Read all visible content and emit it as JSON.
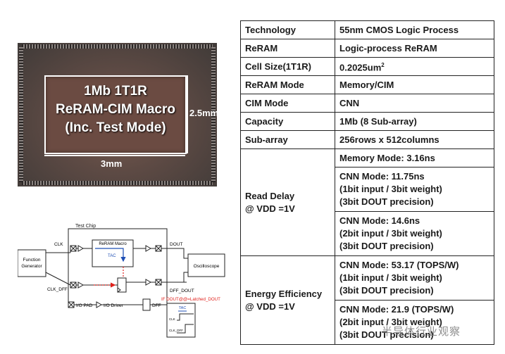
{
  "die_photo": {
    "line1": "1Mb 1T1R",
    "line2": "ReRAM-CIM Macro",
    "line3": "(Inc. Test Mode)",
    "height_label": "2.5mm",
    "width_label": "3mm"
  },
  "diagram": {
    "test_chip": "Test Chip",
    "function_generator_1": "Function",
    "function_generator_2": "Generator",
    "clk": "CLK",
    "clk_dff": "CLK_DFF",
    "reram_macro": "ReRAM Macro",
    "tac": "TAC",
    "dout": "DOUT",
    "dff_dout": "DFF_DOUT",
    "oscilloscope": "Oscilloscope",
    "dff": "DFF",
    "legend_pad": "I/O PAD",
    "legend_driver": "I/O Driver",
    "legend_dff": "DFF",
    "red_note": "IF DOUT@@=Latched_DOUT",
    "timing_tac": "TAC",
    "timing_clk": "CLK",
    "timing_clk_dff": "CLK_DFF",
    "colors": {
      "red": "#e0201b",
      "blue": "#1f4fb5"
    }
  },
  "spec_table": {
    "rows": [
      {
        "key": "Technology",
        "value": "55nm CMOS Logic Process"
      },
      {
        "key": "ReRAM",
        "value": "Logic-process ReRAM"
      },
      {
        "key": "Cell Size(1T1R)",
        "value": "0.2025um",
        "sup": "2"
      },
      {
        "key": "ReRAM Mode",
        "value": "Memory/CIM"
      },
      {
        "key": "CIM Mode",
        "value": "CNN"
      },
      {
        "key": "Capacity",
        "value": "1Mb (8 Sub-array)"
      },
      {
        "key": "Sub-array",
        "value": "256rows x 512columns"
      }
    ],
    "read_delay": {
      "key1": "Read Delay",
      "key2": "@ VDD =1V",
      "memory": "Memory Mode: 3.16ns",
      "cnn1": {
        "l1": "CNN Mode: 11.75ns",
        "l2": "(1bit input / 3bit weight)",
        "l3": "(3bit DOUT precision)"
      },
      "cnn2": {
        "l1": "CNN Mode: 14.6ns",
        "l2": "(2bit input / 3bit weight)",
        "l3": "(3bit DOUT precision)"
      }
    },
    "energy": {
      "key1": "Energy Efficiency",
      "key2": "@ VDD =1V",
      "cnn1": {
        "l1": "CNN Mode: 53.17 (TOPS/W)",
        "l2": "(1bit input / 3bit weight)",
        "l3": "(3bit DOUT precision)"
      },
      "cnn2": {
        "l1": "CNN Mode: 21.9 (TOPS/W)",
        "l2": "(2bit input / 3bit weight)",
        "l3": "(3bit DOUT precision)"
      }
    }
  },
  "watermark": "半导体行业观察"
}
